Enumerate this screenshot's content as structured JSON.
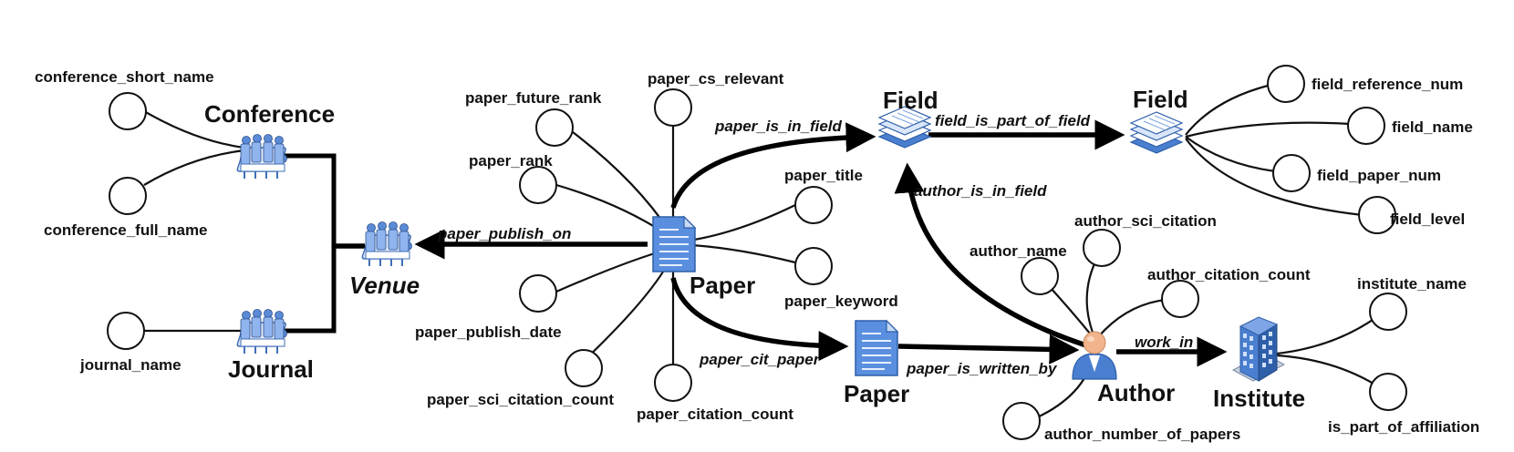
{
  "entities": {
    "conference": "Conference",
    "journal": "Journal",
    "venue": "Venue",
    "paper_main": "Paper",
    "paper_cited": "Paper",
    "field_a": "Field",
    "field_b": "Field",
    "author": "Author",
    "institute": "Institute"
  },
  "attributes": {
    "conference_short_name": "conference_short_name",
    "conference_full_name": "conference_full_name",
    "journal_name": "journal_name",
    "paper_future_rank": "paper_future_rank",
    "paper_cs_relevant": "paper_cs_relevant",
    "paper_rank": "paper_rank",
    "paper_title": "paper_title",
    "paper_keyword": "paper_keyword",
    "paper_publish_date": "paper_publish_date",
    "paper_sci_citation_count": "paper_sci_citation_count",
    "paper_citation_count": "paper_citation_count",
    "field_reference_num": "field_reference_num",
    "field_name": "field_name",
    "field_paper_num": "field_paper_num",
    "field_level": "field_level",
    "author_sci_citation": "author_sci_citation",
    "author_name": "author_name",
    "author_citation_count": "author_citation_count",
    "author_number_of_papers": "author_number_of_papers",
    "institute_name": "institute_name",
    "is_part_of_affiliation": "is_part_of_affiliation"
  },
  "relations": {
    "paper_publish_on": "paper_publish_on",
    "paper_is_in_field": "paper_is_in_field",
    "field_is_part_of_field": "field_is_part_of_field",
    "author_is_in_field": "author_is_in_field",
    "paper_cit_paper": "paper_cit_paper",
    "paper_is_written_by": "paper_is_written_by",
    "work_in": "work_in"
  },
  "icons": {
    "conference": "meeting-room-icon",
    "journal": "meeting-room-icon",
    "venue": "meeting-room-icon",
    "paper": "document-icon",
    "field": "layers-icon",
    "author": "person-icon",
    "institute": "building-icon"
  },
  "colors": {
    "line": "#000000",
    "icon_blue": "#4a7fd0",
    "icon_light": "#c9daf5",
    "person_head": "#f2b48c"
  }
}
